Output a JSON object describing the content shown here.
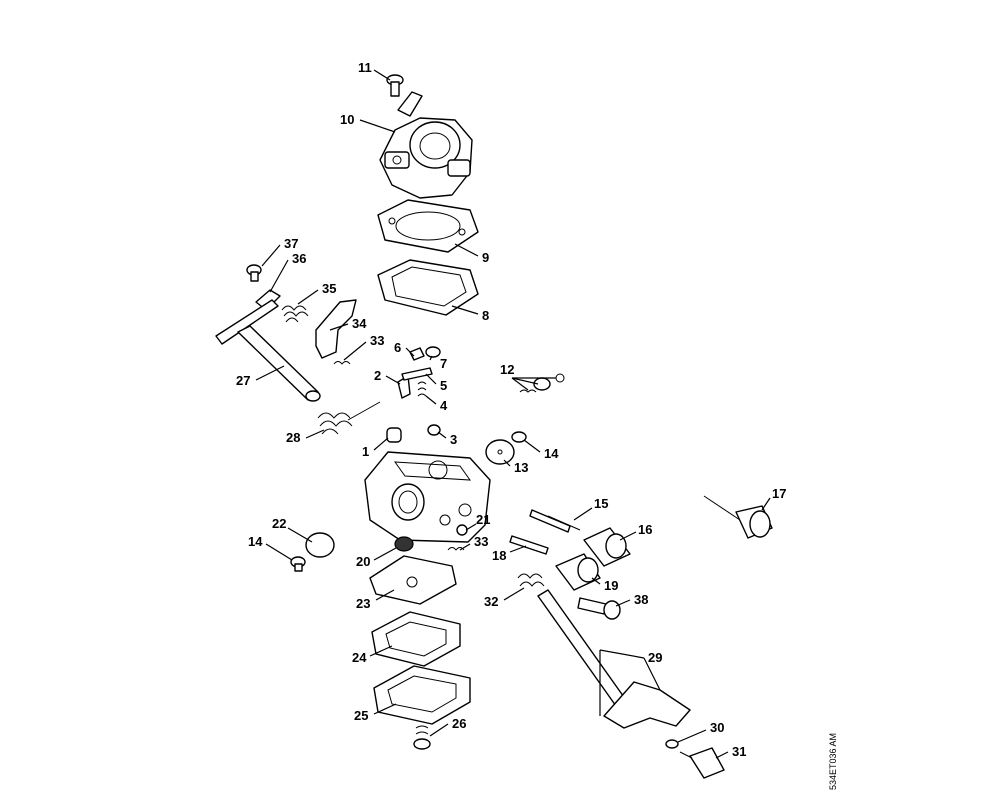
{
  "diagram": {
    "drawing_code": "534ET036 AM",
    "labels": {
      "p1": "1",
      "p2": "2",
      "p3": "3",
      "p4": "4",
      "p5": "5",
      "p6": "6",
      "p7": "7",
      "p8": "8",
      "p9": "9",
      "p10": "10",
      "p11": "11",
      "p12": "12",
      "p13": "13",
      "p14a": "14",
      "p14b": "14",
      "p15": "15",
      "p16": "16",
      "p17": "17",
      "p18": "18",
      "p19": "19",
      "p20": "20",
      "p21": "21",
      "p22": "22",
      "p23": "23",
      "p24": "24",
      "p25": "25",
      "p26": "26",
      "p27": "27",
      "p28": "28",
      "p29": "29",
      "p30": "30",
      "p31": "31",
      "p32": "32",
      "p33a": "33",
      "p33b": "33",
      "p34": "34",
      "p35": "35",
      "p36": "36",
      "p37": "37",
      "p38": "38"
    }
  }
}
